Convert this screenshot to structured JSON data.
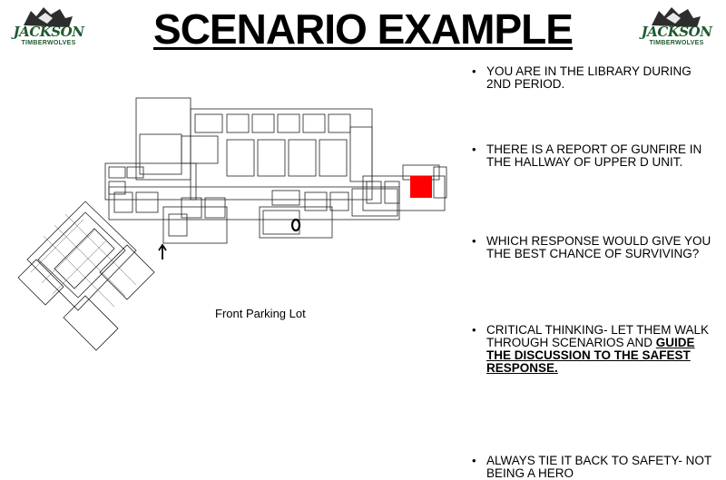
{
  "slide": {
    "title": "SCENARIO EXAMPLE",
    "logo": {
      "word": "JACKSON",
      "sub": "TIMBERWOLVES"
    },
    "map_caption": "Front Parking Lot",
    "bullets": [
      {
        "text": "You are in the library during 2nd period."
      },
      {
        "text": "There is a report of gunfire in the hallway of upper D unit."
      },
      {
        "text": "Which response would give you the best chance of surviving?"
      },
      {
        "text": "Critical thinking- let them walk through scenarios and ",
        "emphasis": "guide the discussion to the safest response."
      },
      {
        "text": "Always tie it back to safety- not being a hero"
      }
    ],
    "colors": {
      "logo_green": "#1f5b2e",
      "highlight": "#ff0000"
    }
  }
}
